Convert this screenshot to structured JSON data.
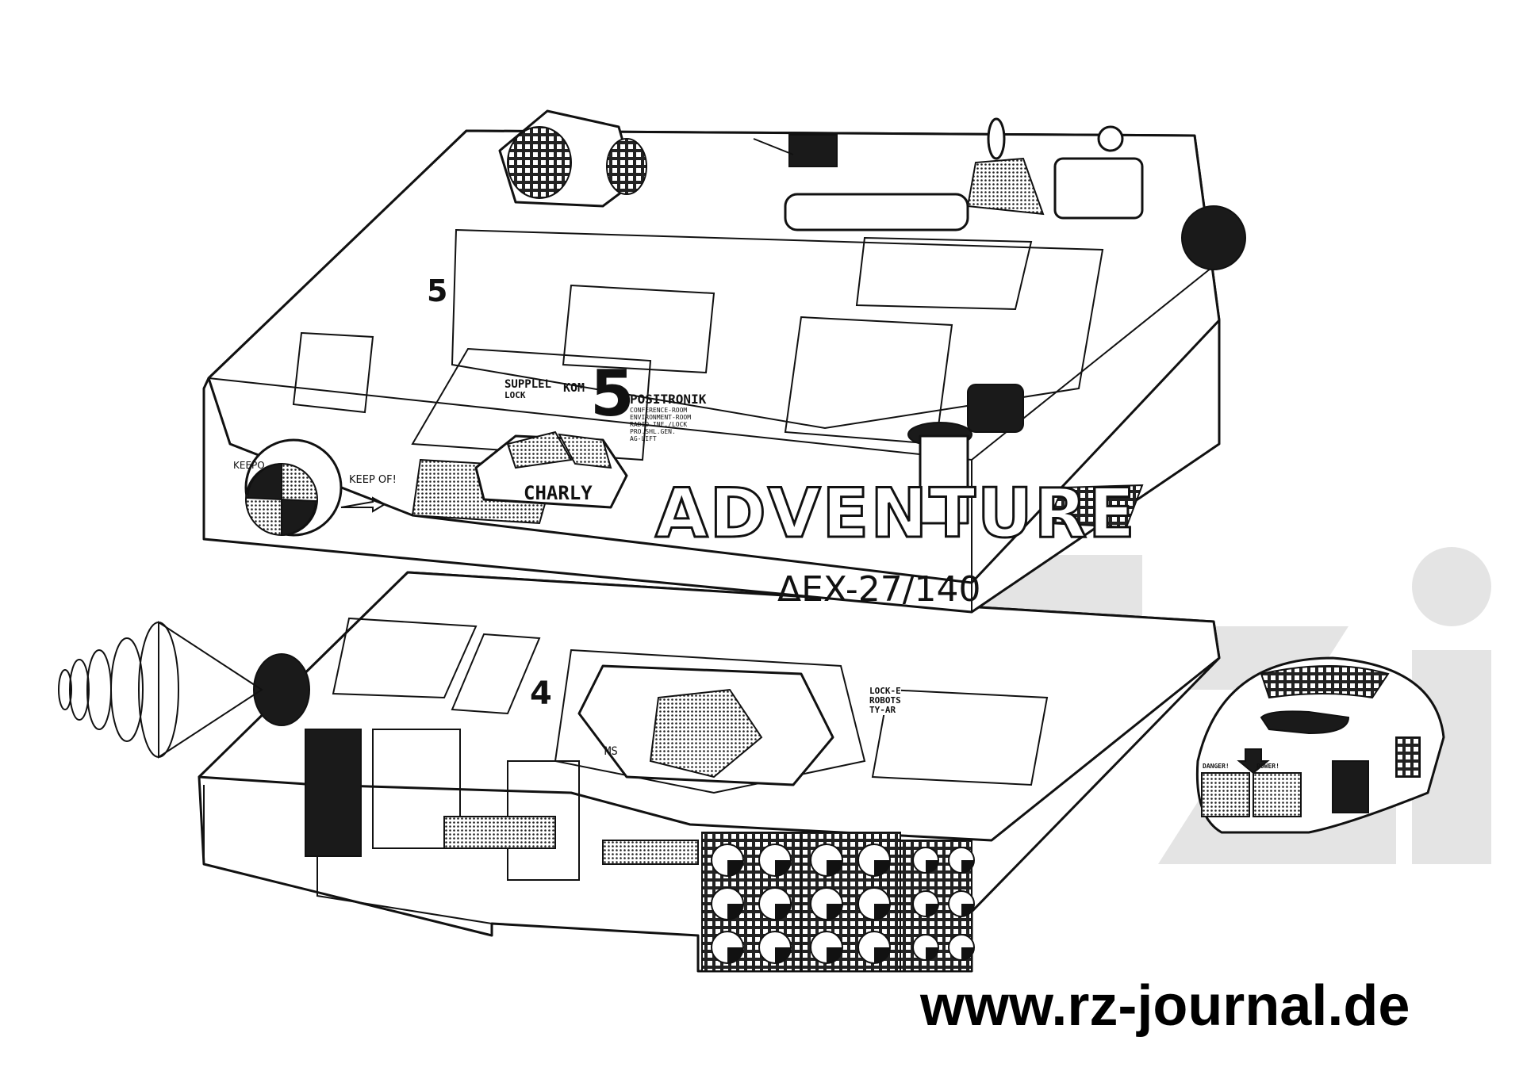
{
  "watermark": {
    "url": "www.rz-journal.de",
    "logo": "rz",
    "color": "#d9d9d9"
  },
  "upper_deck": {
    "name": "ADVENTURE",
    "registration": "ΔEX-27/140",
    "shuttle": "CHARLY",
    "deck_number": "5",
    "side_deck_number": "5",
    "sign_supply": "SUPPLEL",
    "sign_lock": "LOCK",
    "sign_kom": "KOM",
    "positronik": {
      "title": "POSITRONIK",
      "lines": [
        "CONFERENCE-ROOM",
        "ENVIRONMENT-ROOM",
        "RADIO INF./LOCK",
        "PRO.SHL.GEN.",
        "AG-LIFT"
      ]
    },
    "warning_left": "KEEPO",
    "warning_right": "KEEP OF!"
  },
  "lower_deck": {
    "deck_number": "4",
    "ms_label": "MS",
    "robot_sign": [
      "LOCK-E",
      "ROBOTS",
      "TY-AR"
    ],
    "pod_labels": [
      "DANGER!",
      "POWER!"
    ]
  },
  "colors": {
    "ink": "#111111",
    "paper": "#ffffff"
  }
}
